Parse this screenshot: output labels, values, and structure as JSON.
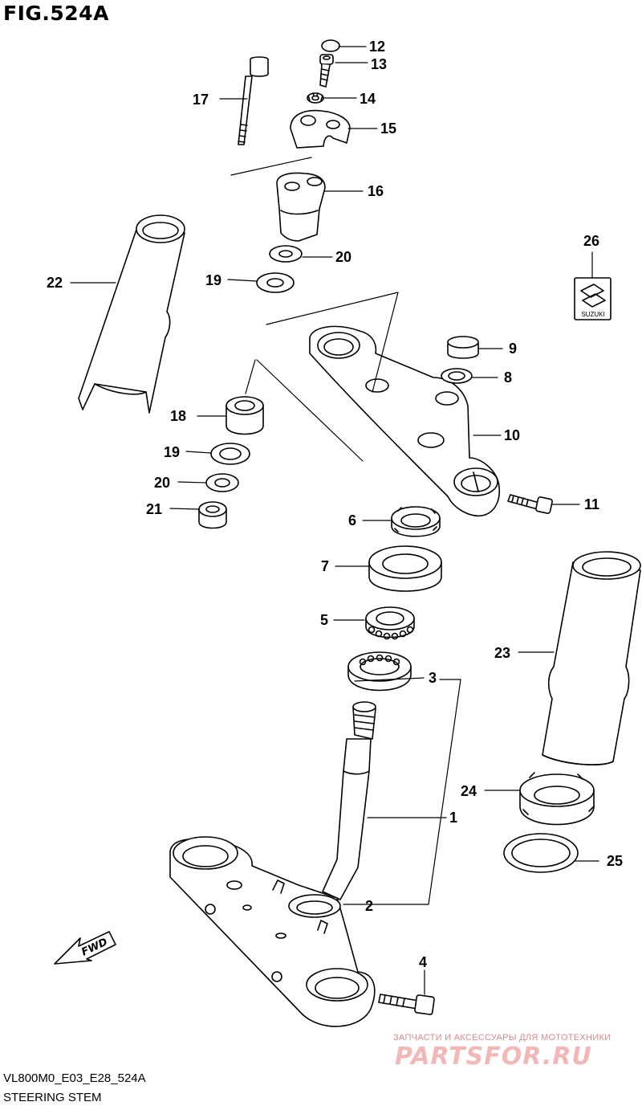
{
  "figure": {
    "title": "FIG.524A",
    "model_code": "VL800M0_E03_E28_524A",
    "assembly_name": "STEERING STEM",
    "fwd_label": "FWD",
    "emblem_text": "SUZUKI"
  },
  "callouts": [
    "1",
    "2",
    "3",
    "4",
    "5",
    "6",
    "7",
    "8",
    "9",
    "10",
    "11",
    "12",
    "13",
    "14",
    "15",
    "16",
    "17",
    "18",
    "19",
    "19",
    "20",
    "20",
    "21",
    "22",
    "23",
    "24",
    "25",
    "26"
  ],
  "watermark": {
    "top_text": "ЗАПЧАСТИ И АКСЕССУАРЫ ДЛЯ МОТОТЕХНИКИ",
    "main_text": "PARTSFOR.RU"
  }
}
